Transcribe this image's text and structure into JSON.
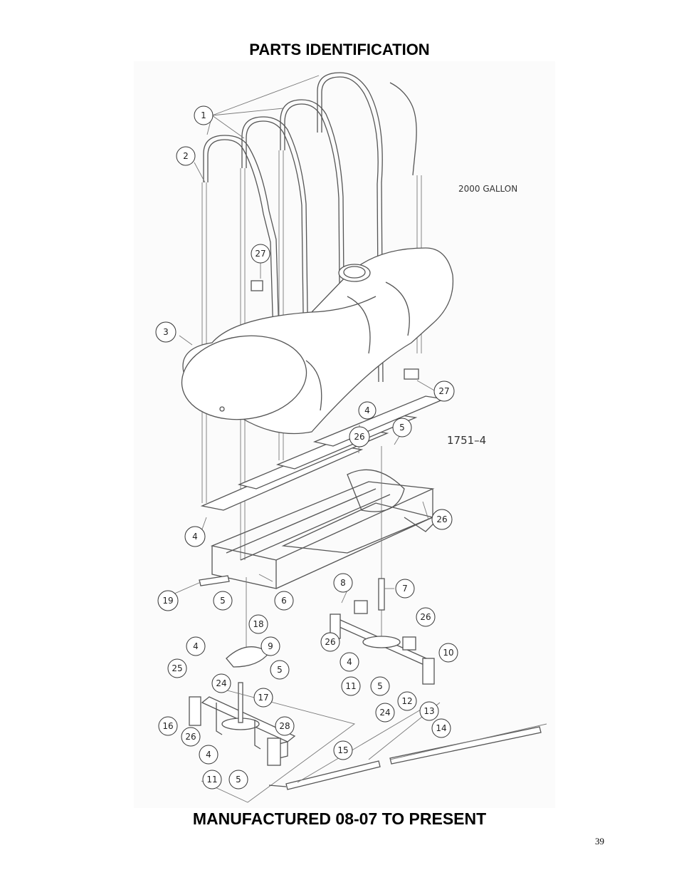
{
  "page": {
    "title": "PARTS IDENTIFICATION",
    "footer": "MANUFACTURED 08-07 TO PRESENT",
    "page_number": "39"
  },
  "drawing": {
    "capacity_label": "2000 GALLON",
    "drawing_number": "1751–4",
    "callouts": [
      "1",
      "2",
      "27",
      "3",
      "27",
      "4",
      "26",
      "5",
      "26",
      "4",
      "19",
      "5",
      "6",
      "8",
      "7",
      "26",
      "18",
      "4",
      "5",
      "9",
      "26",
      "10",
      "25",
      "24",
      "4",
      "11",
      "5",
      "17",
      "24",
      "12",
      "13",
      "16",
      "28",
      "14",
      "26",
      "15",
      "4",
      "11",
      "5"
    ]
  }
}
